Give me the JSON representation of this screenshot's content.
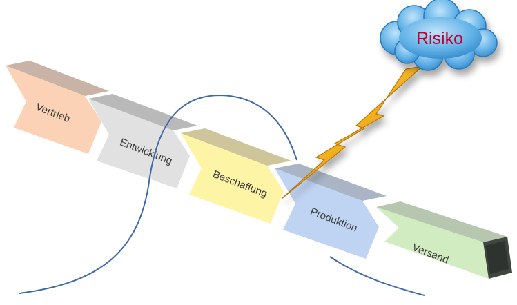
{
  "process": {
    "steps": [
      {
        "label": "Vertrieb",
        "color": "#fbd2b5"
      },
      {
        "label": "Entwicklung",
        "color": "#e1e1e1"
      },
      {
        "label": "Beschaffung",
        "color": "#fdf4a6"
      },
      {
        "label": "Produktion",
        "color": "#bfd3f2"
      },
      {
        "label": "Versand",
        "color": "#d2ecc2"
      }
    ]
  },
  "risk": {
    "label": "Risiko",
    "cloud_color": "#4fa3e0",
    "text_color": "#c0002a"
  },
  "lightning": {
    "color": "#f2b01e"
  },
  "curve": {
    "color": "#3f6aa8"
  }
}
